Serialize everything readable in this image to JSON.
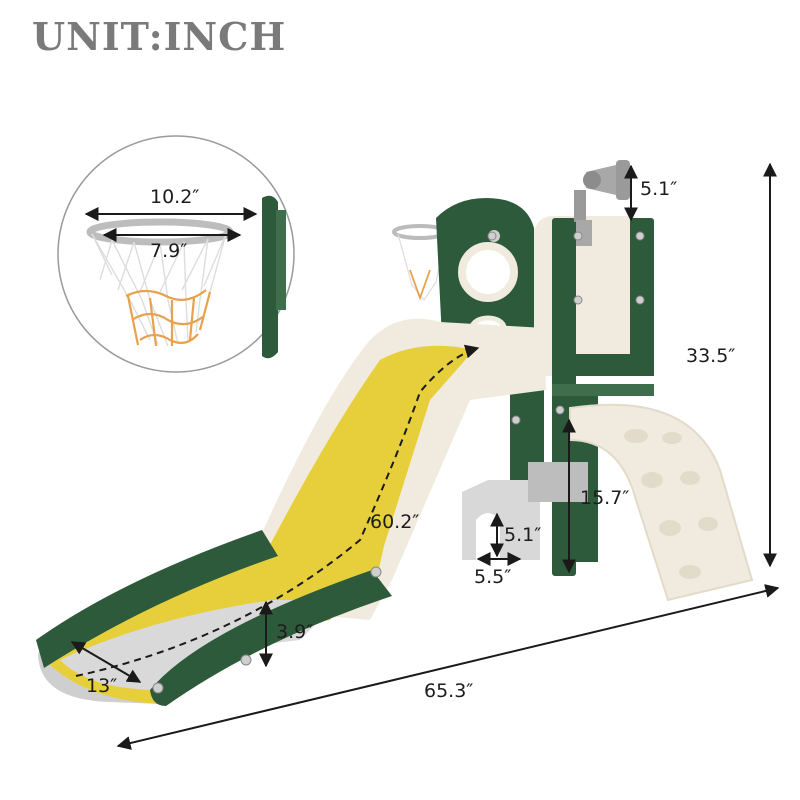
{
  "title": "UNIT:INCH",
  "dimensions": {
    "rim_diameter": "10.2″",
    "inner_rim": "7.9″",
    "telescope_height": "5.1″",
    "total_height": "33.5″",
    "slide_length": "60.2″",
    "climber_height": "15.7″",
    "tunnel_height": "5.1″",
    "tunnel_width": "5.5″",
    "slide_side_height": "3.9″",
    "slide_width": "13″",
    "total_length": "65.3″"
  },
  "colors": {
    "green": "#2d5a3a",
    "cream": "#f1ebdf",
    "yellow": "#e7cf3c",
    "gray": "#cfcfcf",
    "net_orange": "#e8a14c",
    "arrow": "#1a1a1a",
    "title": "#7a7a7a"
  }
}
